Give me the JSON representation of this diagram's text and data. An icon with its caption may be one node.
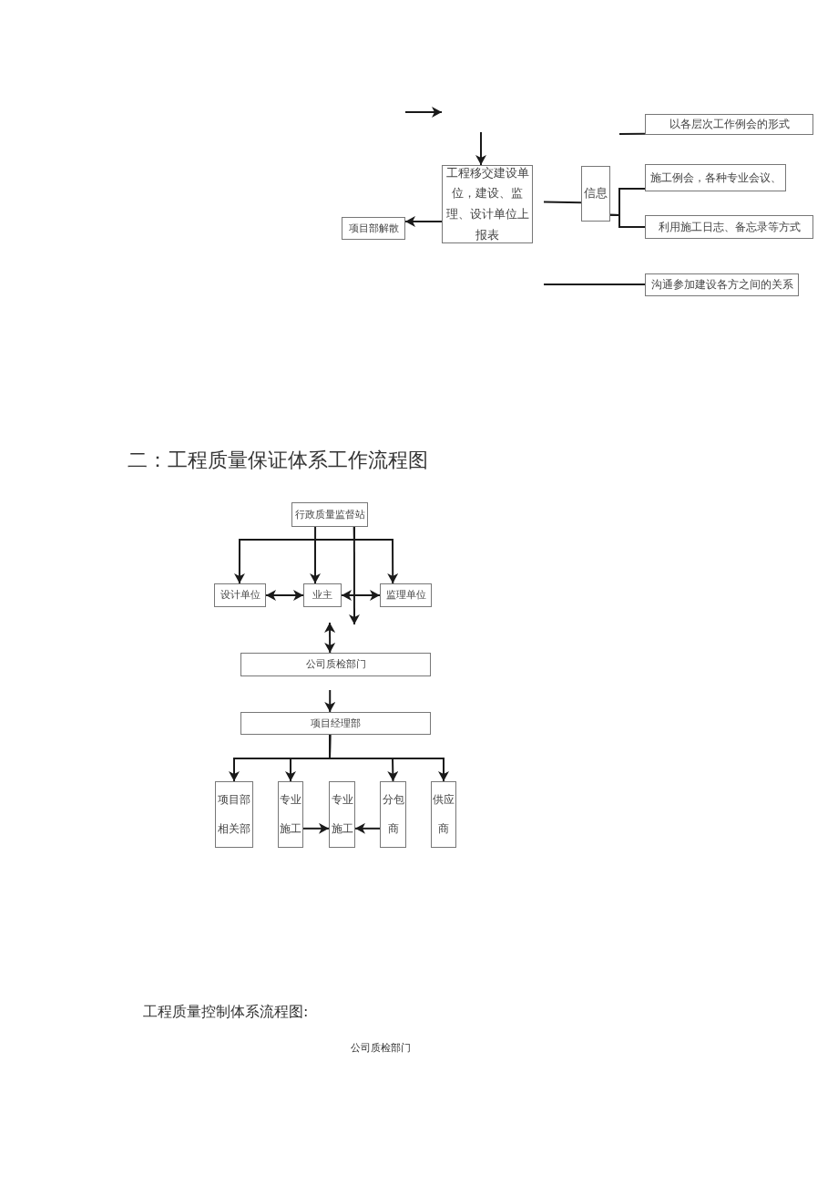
{
  "diagram": {
    "nodes": [
      {
        "text": [
          "以各层次工作例会的形式"
        ]
      },
      {
        "text": [
          "工程移交建设单位，建设、监理、设计单位上报表"
        ]
      },
      {
        "text": [
          "信息"
        ]
      },
      {
        "text": [
          "施工例会，各种专业会议、"
        ]
      },
      {
        "text": [
          "项目部解散"
        ]
      },
      {
        "text": [
          "利用施工日志、备忘录等方式"
        ]
      },
      {
        "text": [
          "沟通参加建设各方之间的关系"
        ]
      },
      {
        "text": [
          "行政质量监督站"
        ]
      },
      {
        "text": [
          "设计单位"
        ]
      },
      {
        "text": [
          "业主"
        ]
      },
      {
        "text": [
          "监理单位"
        ]
      },
      {
        "text": [
          "公司质检部门"
        ]
      },
      {
        "text": [
          "项目经理部"
        ]
      },
      {
        "text": [
          "项目部相关部"
        ]
      },
      {
        "text": [
          "专业施工"
        ]
      },
      {
        "text": [
          "专业施工"
        ]
      },
      {
        "text": [
          "分包商"
        ]
      },
      {
        "text": [
          "供应商"
        ]
      }
    ],
    "edges": [
      {
        "from": null,
        "to": 1,
        "arrow": "to"
      },
      {
        "from": 1,
        "to": 4,
        "arrow": "to"
      },
      {
        "from": null,
        "to": 0,
        "arrow": "none"
      },
      {
        "from": 1,
        "to": 2,
        "arrow": "none"
      },
      {
        "from": 2,
        "to": 3,
        "arrow": "none"
      },
      {
        "from": 2,
        "to": 5,
        "arrow": "none"
      },
      {
        "from": null,
        "to": 6,
        "arrow": "none"
      },
      {
        "from": 7,
        "to": 8,
        "arrow": "to"
      },
      {
        "from": 7,
        "to": 9,
        "arrow": "to"
      },
      {
        "from": 7,
        "to": 10,
        "arrow": "to"
      },
      {
        "from": 7,
        "to": 9,
        "arrow": "to"
      },
      {
        "from": 8,
        "to": 9,
        "arrow": "both"
      },
      {
        "from": 9,
        "to": 10,
        "arrow": "both"
      },
      {
        "from": 9,
        "to": 11,
        "arrow": "both"
      },
      {
        "from": 11,
        "to": 12,
        "arrow": "to"
      },
      {
        "from": 12,
        "to": 13,
        "arrow": "to"
      },
      {
        "from": 12,
        "to": 14,
        "arrow": "to"
      },
      {
        "from": 12,
        "to": 16,
        "arrow": "to"
      },
      {
        "from": 12,
        "to": 17,
        "arrow": "to"
      },
      {
        "from": 14,
        "to": 15,
        "arrow": "to"
      },
      {
        "from": 16,
        "to": 15,
        "arrow": "to"
      }
    ],
    "labels": [
      "二：工程质量保证体系工作流程图",
      "工程质量控制体系流程图:",
      "公司质检部门"
    ]
  }
}
